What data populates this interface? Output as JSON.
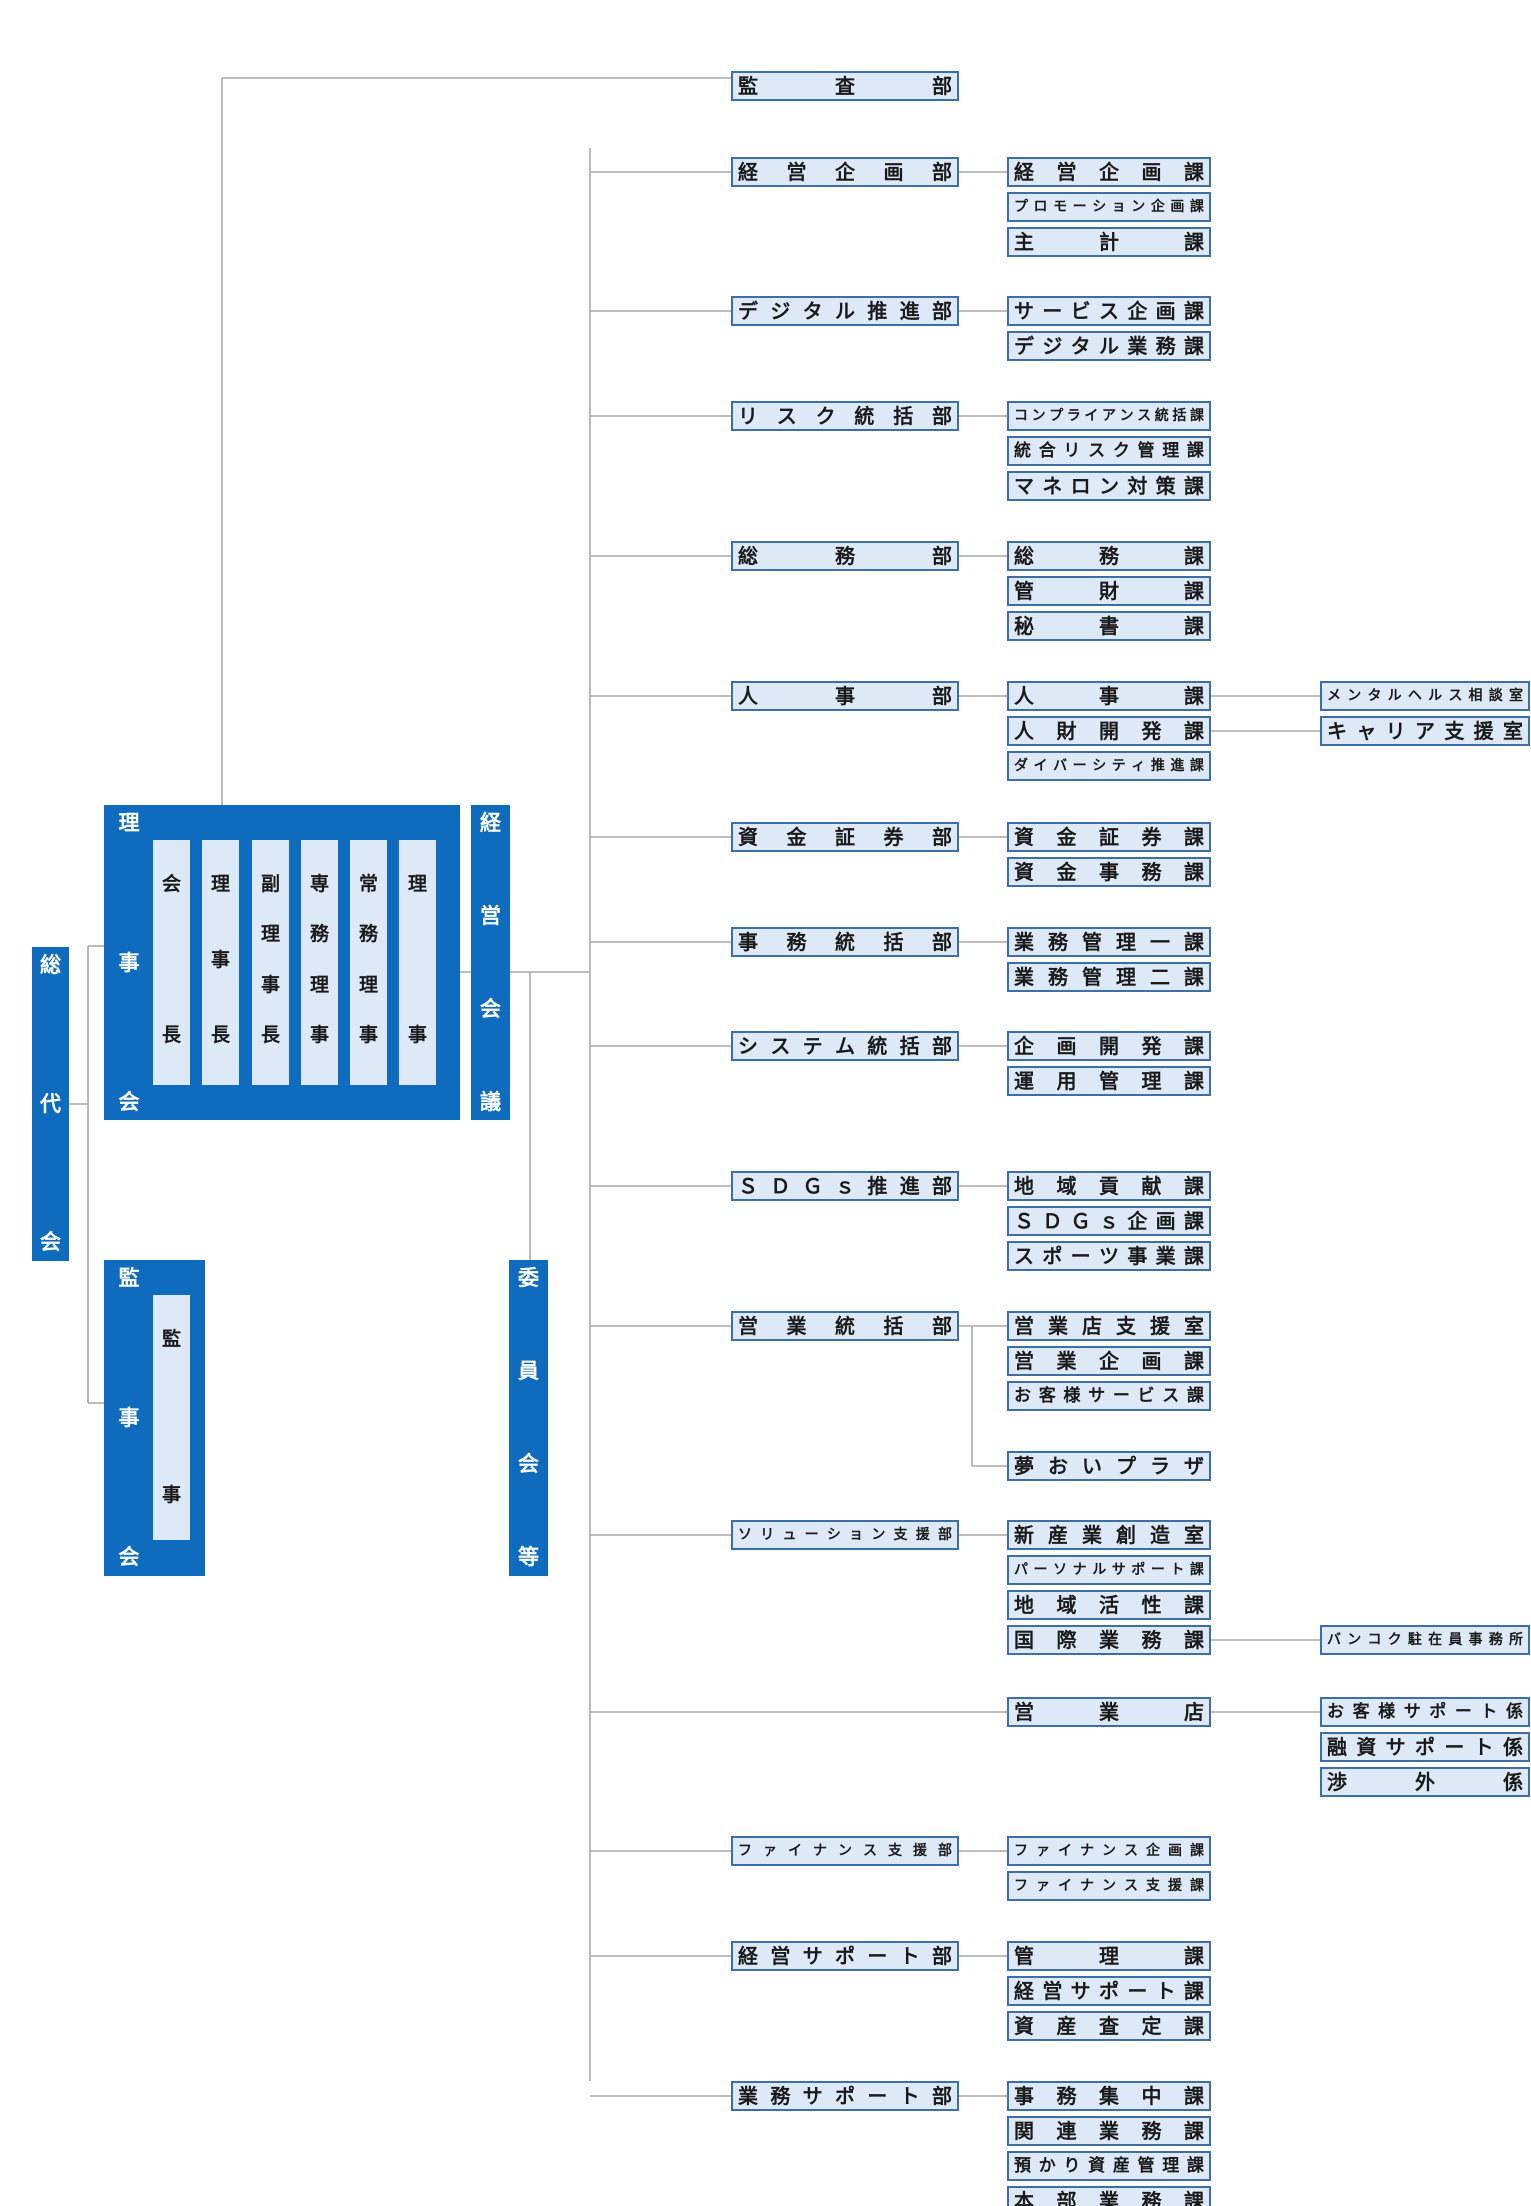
{
  "governance": {
    "soudaikai": "総代会",
    "rijikai": "理事会",
    "rijikai_members": [
      "会長",
      "理事長",
      "副理事長",
      "専務理事",
      "常務理事",
      "理事"
    ],
    "keiei_kaigi": "経営会議",
    "kanjikai": "監事会",
    "kanjikai_members": [
      "監事"
    ],
    "iinkai": "委員会等"
  },
  "audit_department": "監査部",
  "departments": [
    {
      "name": "経営企画部",
      "sections": [
        {
          "name": "経営企画課"
        },
        {
          "name": "プロモーション企画課"
        },
        {
          "name": "主計課"
        }
      ]
    },
    {
      "name": "デジタル推進部",
      "sections": [
        {
          "name": "サービス企画課"
        },
        {
          "name": "デジタル業務課"
        }
      ]
    },
    {
      "name": "リスク統括部",
      "sections": [
        {
          "name": "コンプライアンス統括課"
        },
        {
          "name": "統合リスク管理課"
        },
        {
          "name": "マネロン対策課"
        }
      ]
    },
    {
      "name": "総務部",
      "sections": [
        {
          "name": "総務課"
        },
        {
          "name": "管財課"
        },
        {
          "name": "秘書課"
        }
      ]
    },
    {
      "name": "人事部",
      "sections": [
        {
          "name": "人事課",
          "sub": "メンタルヘルス相談室"
        },
        {
          "name": "人財開発課",
          "sub": "キャリア支援室"
        },
        {
          "name": "ダイバーシティ推進課"
        }
      ]
    },
    {
      "name": "資金証券部",
      "sections": [
        {
          "name": "資金証券課"
        },
        {
          "name": "資金事務課"
        }
      ]
    },
    {
      "name": "事務統括部",
      "sections": [
        {
          "name": "業務管理一課"
        },
        {
          "name": "業務管理二課"
        }
      ]
    },
    {
      "name": "システム統括部",
      "sections": [
        {
          "name": "企画開発課"
        },
        {
          "name": "運用管理課"
        }
      ]
    },
    {
      "name": "ＳＤＧｓ推進部",
      "sections": [
        {
          "name": "地域貢献課"
        },
        {
          "name": "ＳＤＧｓ企画課"
        },
        {
          "name": "スポーツ事業課"
        }
      ]
    },
    {
      "name": "営業統括部",
      "sections": [
        {
          "name": "営業店支援室"
        },
        {
          "name": "営業企画課"
        },
        {
          "name": "お客様サービス課"
        }
      ],
      "extra": "夢おいプラザ"
    },
    {
      "name": "ソリューション支援部",
      "sections": [
        {
          "name": "新産業創造室"
        },
        {
          "name": "パーソナルサポート課"
        },
        {
          "name": "地域活性課"
        },
        {
          "name": "国際業務課",
          "sub": "バンコク駐在員事務所"
        }
      ]
    },
    {
      "name": "",
      "sections": [
        {
          "name": "営業店"
        }
      ],
      "branch_units": [
        "お客様サポート係",
        "融資サポート係",
        "渉外係"
      ]
    },
    {
      "name": "ファイナンス支援部",
      "sections": [
        {
          "name": "ファイナンス企画課"
        },
        {
          "name": "ファイナンス支援課"
        }
      ]
    },
    {
      "name": "経営サポート部",
      "sections": [
        {
          "name": "管理課"
        },
        {
          "name": "経営サポート課"
        },
        {
          "name": "資産査定課"
        }
      ]
    },
    {
      "name": "業務サポート部",
      "sections": [
        {
          "name": "事務集中課"
        },
        {
          "name": "関連業務課"
        },
        {
          "name": "預かり資産管理課"
        },
        {
          "name": "本部業務課"
        }
      ]
    }
  ],
  "colors": {
    "block": "#0e6bbd",
    "box_fill": "#dde9f6",
    "box_border": "#3d6ea8",
    "line": "#a8a8a8"
  }
}
